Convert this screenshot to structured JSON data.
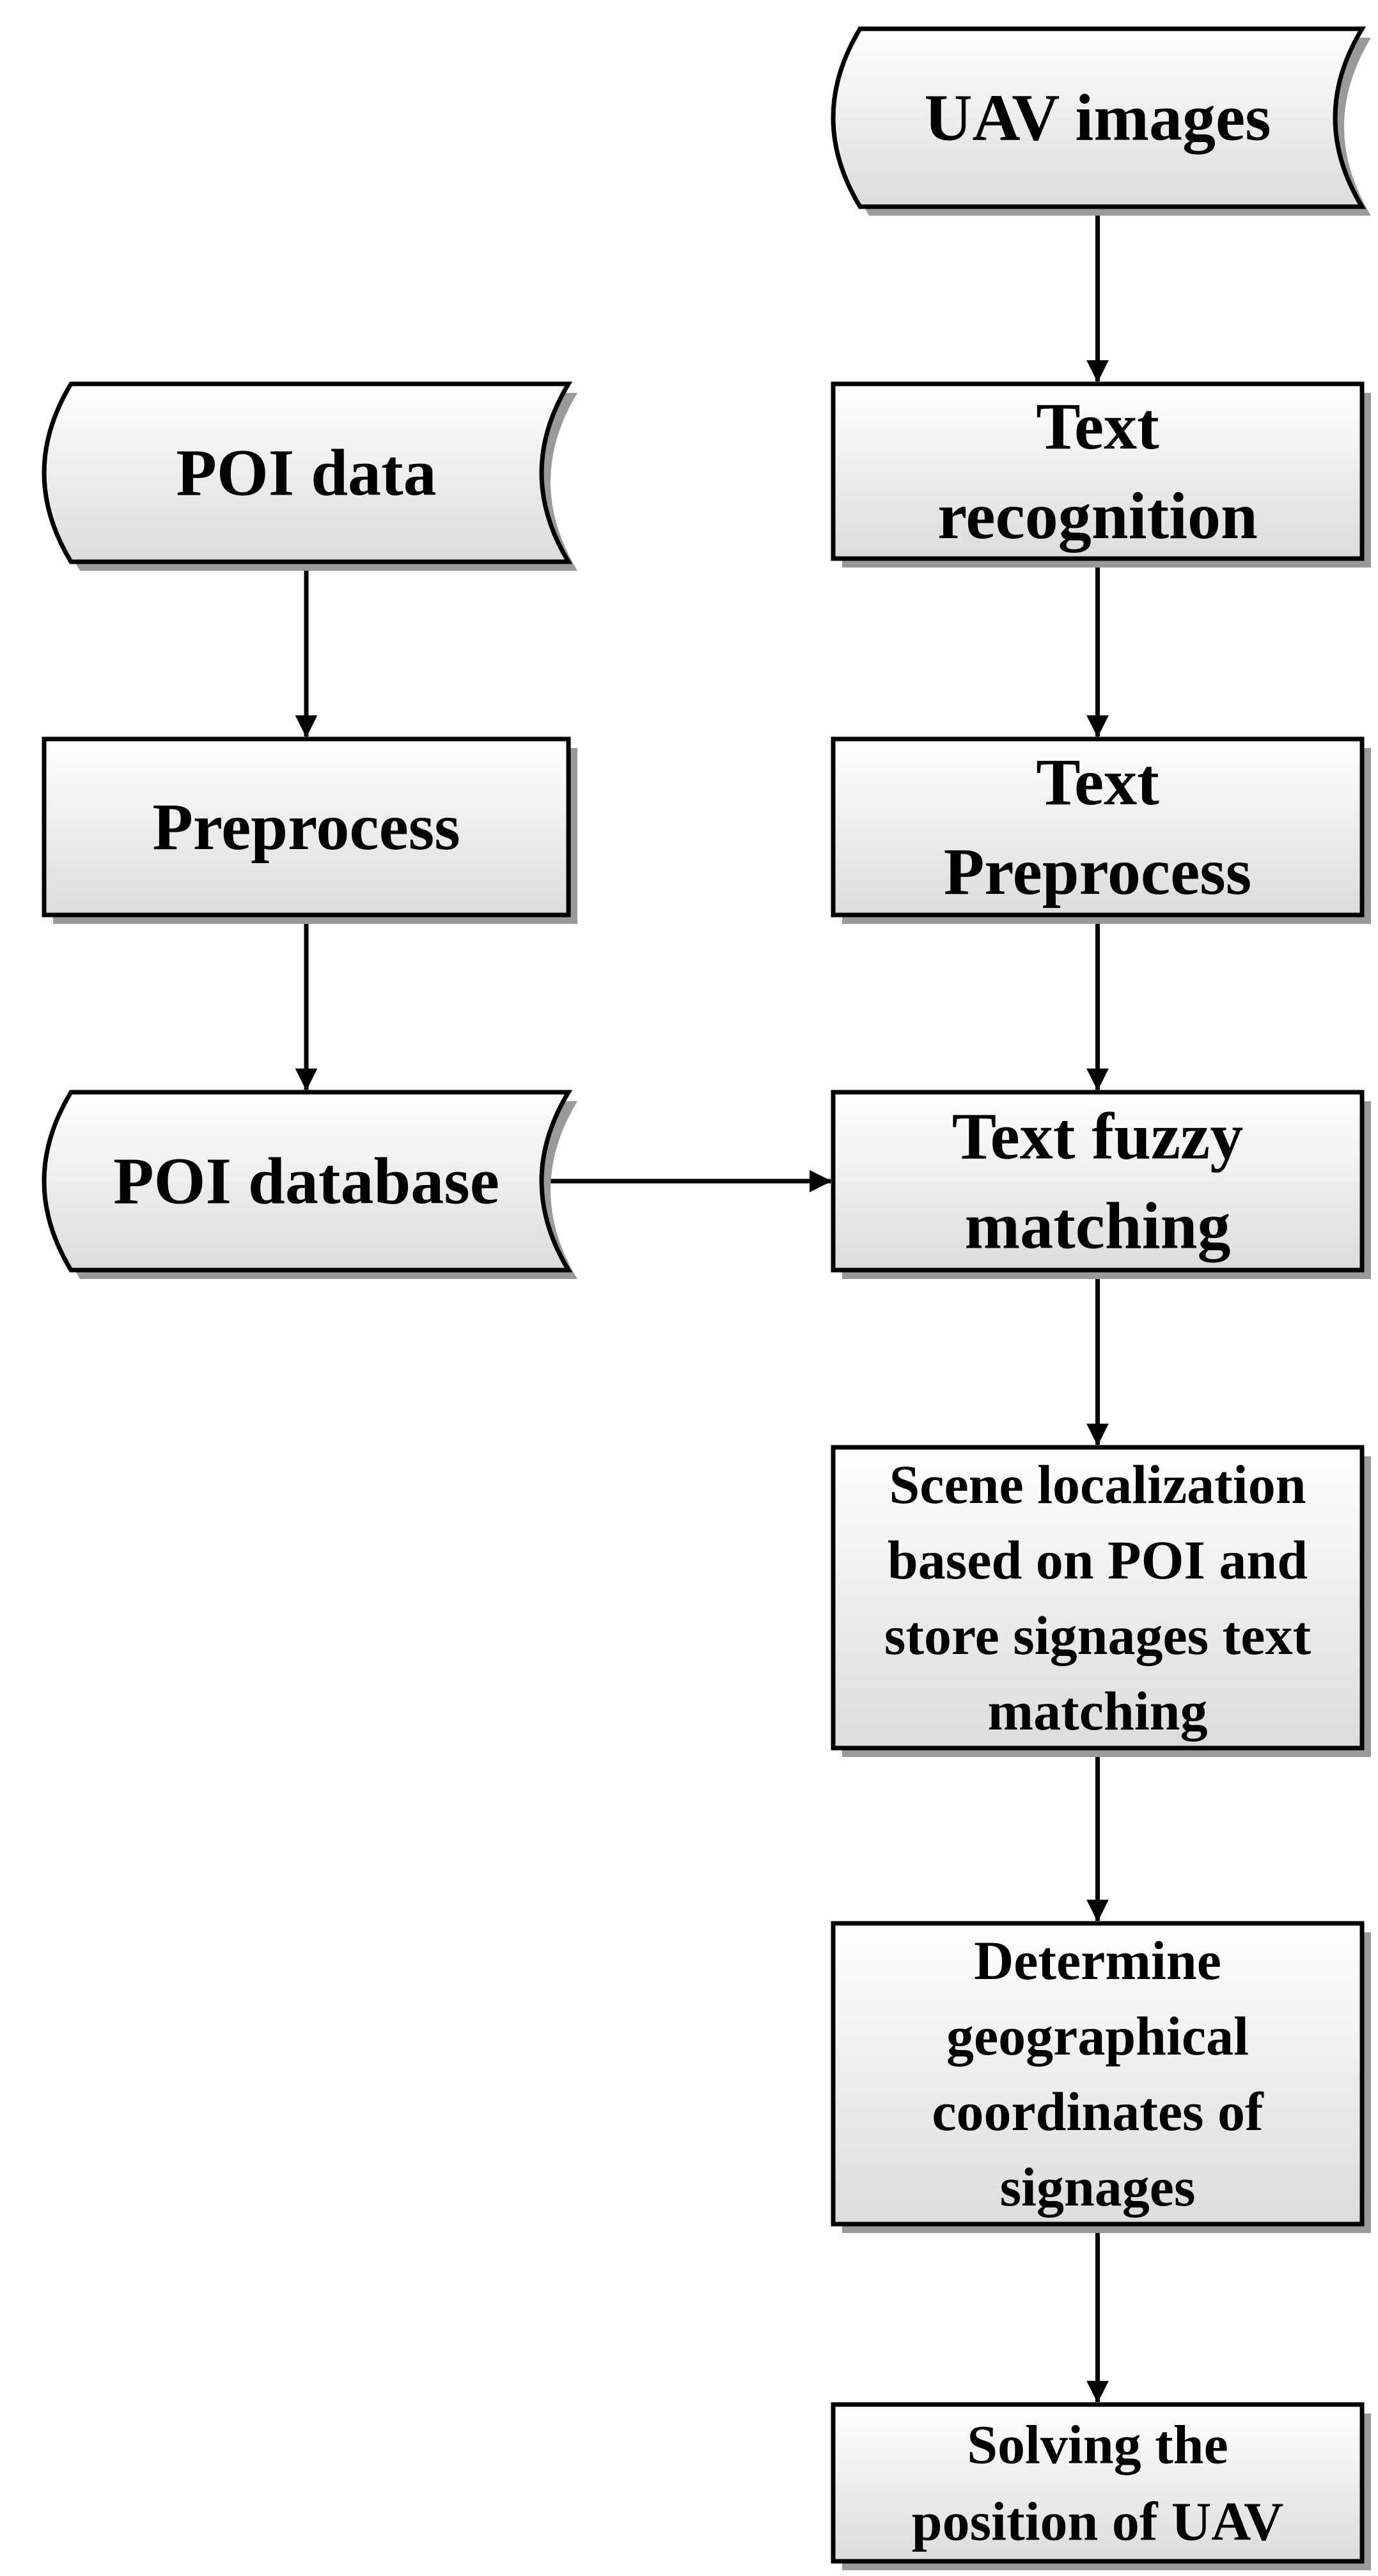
{
  "diagram": {
    "nodes": {
      "uav_images": {
        "lines": [
          "UAV images"
        ]
      },
      "poi_data": {
        "lines": [
          "POI data"
        ]
      },
      "text_recognition": {
        "lines": [
          "Text",
          "recognition"
        ]
      },
      "preprocess": {
        "lines": [
          "Preprocess"
        ]
      },
      "text_preprocess": {
        "lines": [
          "Text",
          "Preprocess"
        ]
      },
      "poi_database": {
        "lines": [
          "POI database"
        ]
      },
      "text_fuzzy_matching": {
        "lines": [
          "Text fuzzy",
          "matching"
        ]
      },
      "scene_localization": {
        "lines": [
          "Scene localization",
          "based on POI and",
          "store signages text",
          "matching"
        ]
      },
      "determine_coordinates": {
        "lines": [
          "Determine",
          "geographical",
          "coordinates of",
          "signages"
        ]
      },
      "solving_position": {
        "lines": [
          "Solving the",
          "position of UAV"
        ]
      }
    },
    "edges": [
      {
        "from": "uav_images",
        "to": "text_recognition"
      },
      {
        "from": "text_recognition",
        "to": "text_preprocess"
      },
      {
        "from": "text_preprocess",
        "to": "text_fuzzy_matching"
      },
      {
        "from": "text_fuzzy_matching",
        "to": "scene_localization"
      },
      {
        "from": "scene_localization",
        "to": "determine_coordinates"
      },
      {
        "from": "determine_coordinates",
        "to": "solving_position"
      },
      {
        "from": "poi_data",
        "to": "preprocess"
      },
      {
        "from": "preprocess",
        "to": "poi_database"
      },
      {
        "from": "poi_database",
        "to": "text_fuzzy_matching"
      }
    ],
    "colors": {
      "fill_top": "#ffffff",
      "fill_bottom": "#dcdcdc",
      "stroke": "#000000",
      "shadow": "#9a9a9a"
    }
  }
}
